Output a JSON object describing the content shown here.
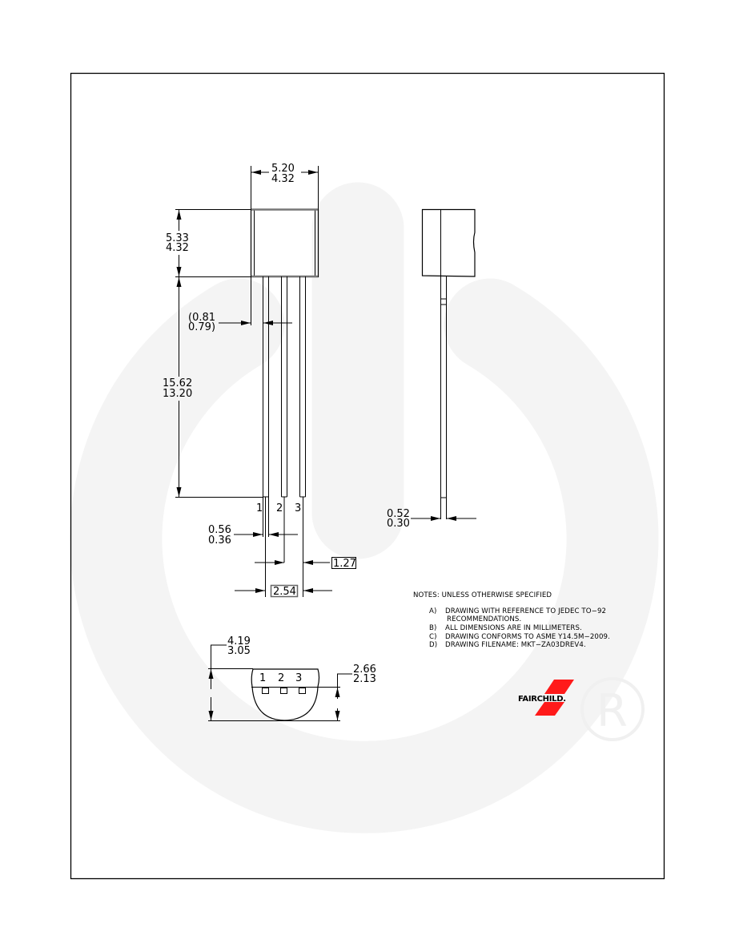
{
  "drawing": {
    "package": "TO-92",
    "dimensions": {
      "body_width": {
        "max": "5.20",
        "min": "4.32"
      },
      "body_height": {
        "max": "5.33",
        "min": "4.32"
      },
      "lead_offset": {
        "max": "(0.81",
        "min": "0.79)"
      },
      "lead_length": {
        "max": "15.62",
        "min": "13.20"
      },
      "lead_width": {
        "max": "0.56",
        "min": "0.36"
      },
      "lead_pitch": "1.27",
      "lead_span": "2.54",
      "lead_thickness": {
        "max": "0.52",
        "min": "0.30"
      },
      "bottom_depth": {
        "max": "4.19",
        "min": "3.05"
      },
      "flat_to_bottom": {
        "max": "2.66",
        "min": "2.13"
      }
    },
    "pin_labels": [
      "1",
      "2",
      "3"
    ],
    "bottom_pin_labels": [
      "1",
      "2",
      "3"
    ]
  },
  "notes": {
    "header": "NOTES:  UNLESS  OTHERWISE  SPECIFIED",
    "items": [
      {
        "marker": "A)",
        "lines": [
          "DRAWING  WITH  REFERENCE  TO  JEDEC  TO−92",
          "RECOMMENDATIONS."
        ]
      },
      {
        "marker": "B)",
        "lines": [
          "ALL  DIMENSIONS  ARE  IN  MILLIMETERS."
        ]
      },
      {
        "marker": "C)",
        "lines": [
          "DRAWING  CONFORMS  TO  ASME  Y14.5M−2009."
        ]
      },
      {
        "marker": "D)",
        "lines": [
          "DRAWING  FILENAME:  MKT−ZA03DREV4."
        ]
      }
    ]
  },
  "logo": {
    "text": "FAIRCHILD.",
    "accent_color": "#ff1a1a",
    "registered_mark": "R"
  },
  "colors": {
    "watermark": "#f4f4f4",
    "line": "#000000"
  }
}
